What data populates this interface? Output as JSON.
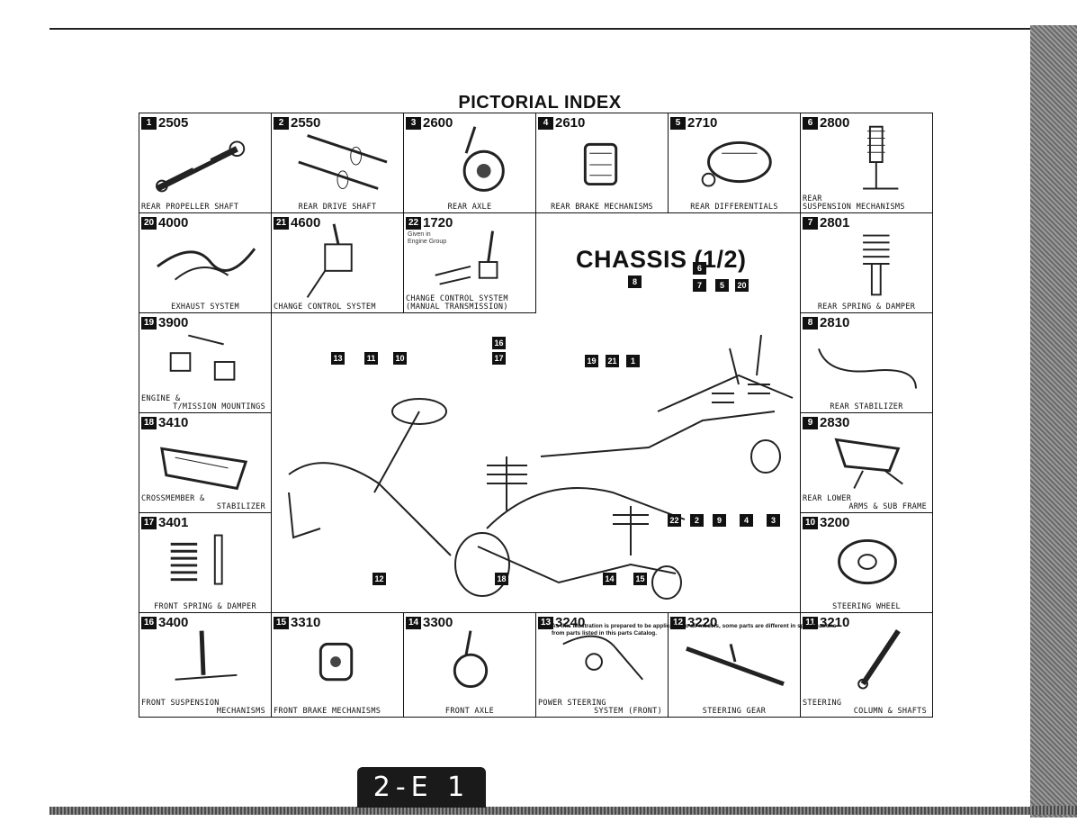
{
  "title": "PICTORIAL INDEX",
  "chassis_title": "CHASSIS (1/2)",
  "page_number": "2-E 1",
  "footnote": "As this illustration is prepared to be applicable to all models, some parts are different in specifications from parts listed in this parts Catalog.",
  "cells": [
    {
      "badge": "1",
      "code": "2505",
      "cap1": "REAR PROPELLER SHAFT",
      "cap2": ""
    },
    {
      "badge": "2",
      "code": "2550",
      "cap1": "REAR DRIVE SHAFT",
      "cap2": ""
    },
    {
      "badge": "3",
      "code": "2600",
      "cap1": "REAR AXLE",
      "cap2": ""
    },
    {
      "badge": "4",
      "code": "2610",
      "cap1": "REAR BRAKE MECHANISMS",
      "cap2": ""
    },
    {
      "badge": "5",
      "code": "2710",
      "cap1": "REAR DIFFERENTIALS",
      "cap2": ""
    },
    {
      "badge": "6",
      "code": "2800",
      "cap1": "REAR",
      "cap2": "SUSPENSION MECHANISMS"
    },
    {
      "badge": "20",
      "code": "4000",
      "cap1": "EXHAUST SYSTEM",
      "cap2": ""
    },
    {
      "badge": "21",
      "code": "4600",
      "cap1": "CHANGE CONTROL SYSTEM",
      "cap2": ""
    },
    {
      "badge": "22",
      "code": "1720",
      "note": "Given in Engine Group",
      "cap1": "CHANGE CONTROL SYSTEM",
      "cap2": "(MANUAL TRANSMISSION)"
    },
    {
      "badge": "7",
      "code": "2801",
      "cap1": "REAR SPRING & DAMPER",
      "cap2": ""
    },
    {
      "badge": "19",
      "code": "3900",
      "cap1": "ENGINE &",
      "cap2": "T/MISSION MOUNTINGS"
    },
    {
      "badge": "8",
      "code": "2810",
      "cap1": "REAR STABILIZER",
      "cap2": ""
    },
    {
      "badge": "18",
      "code": "3410",
      "cap1": "CROSSMEMBER &",
      "cap2": "STABILIZER"
    },
    {
      "badge": "9",
      "code": "2830",
      "cap1": "REAR LOWER",
      "cap2": "ARMS & SUB FRAME"
    },
    {
      "badge": "17",
      "code": "3401",
      "cap1": "FRONT SPRING & DAMPER",
      "cap2": ""
    },
    {
      "badge": "10",
      "code": "3200",
      "cap1": "STEERING WHEEL",
      "cap2": ""
    },
    {
      "badge": "16",
      "code": "3400",
      "cap1": "FRONT SUSPENSION",
      "cap2": "MECHANISMS"
    },
    {
      "badge": "15",
      "code": "3310",
      "cap1": "FRONT BRAKE MECHANISMS",
      "cap2": ""
    },
    {
      "badge": "14",
      "code": "3300",
      "cap1": "FRONT AXLE",
      "cap2": ""
    },
    {
      "badge": "13",
      "code": "3240",
      "cap1": "POWER STEERING",
      "cap2": "SYSTEM (FRONT)"
    },
    {
      "badge": "12",
      "code": "3220",
      "cap1": "STEERING GEAR",
      "cap2": ""
    },
    {
      "badge": "11",
      "code": "3210",
      "cap1": "STEERING",
      "cap2": "COLUMN & SHAFTS"
    }
  ],
  "callouts": [
    "6",
    "8",
    "7",
    "5",
    "20",
    "16",
    "17",
    "13",
    "11",
    "10",
    "19",
    "21",
    "1",
    "22",
    "2",
    "9",
    "4",
    "3",
    "12",
    "18",
    "14",
    "15"
  ]
}
